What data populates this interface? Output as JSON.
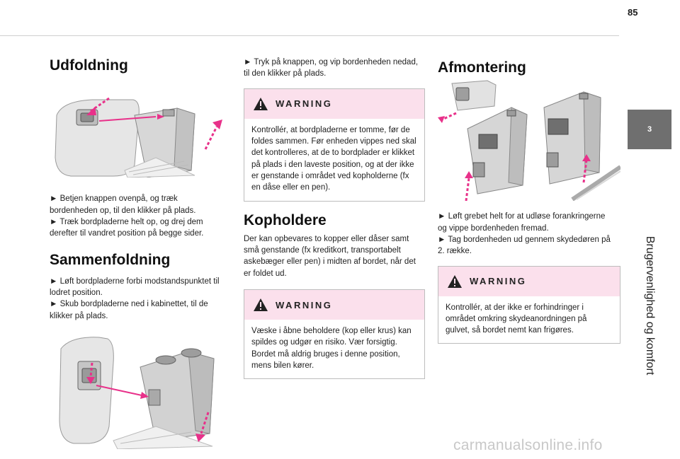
{
  "page": {
    "number": "85"
  },
  "side_tab": {
    "number": "3",
    "title": "Brugervenlighed og komfort"
  },
  "col1": {
    "heading1": "Udfoldning",
    "para1_lines": [
      "► Betjen knappen ovenpå, og træk",
      "bordenheden op, til den klikker på plads.",
      "► Træk bordpladerne helt op, og drej dem",
      "derefter til vandret position på begge sider."
    ],
    "heading2": "Sammenfoldning",
    "para2_lines": [
      "► Løft bordpladerne forbi modstandspunktet til",
      "lodret position.",
      "► Skub bordpladerne ned i kabinettet, til de",
      "klikker på plads."
    ]
  },
  "col2": {
    "intro_lines": [
      "► Tryk på knappen, og vip bordenheden nedad,",
      "til den klikker på plads."
    ],
    "warning1": {
      "title": "WARNING",
      "lines": [
        "Kontrollér, at bordpladerne er tomme, før de",
        "foldes sammen. Før enheden vippes ned skal",
        "det kontrolleres, at de to bordplader er klikket",
        "på plads i den laveste position, og at der ikke",
        "er genstande i området ved kopholderne (fx",
        "en dåse eller en pen)."
      ]
    },
    "heading": "Kopholdere",
    "para_lines": [
      "Der kan opbevares to kopper eller dåser samt",
      "små genstande (fx kreditkort, transportabelt",
      "askebæger eller pen) i midten af bordet, når det",
      "er foldet ud."
    ],
    "warning2": {
      "title": "WARNING",
      "lines": [
        "Væske i åbne beholdere (kop eller krus) kan",
        "spildes og udgør en risiko. Vær forsigtig.",
        "Bordet må aldrig bruges i denne position,",
        "mens bilen kører."
      ]
    }
  },
  "col3": {
    "heading": "Afmontering",
    "para_lines": [
      "► Løft grebet helt for at udløse forankringerne",
      "og vippe bordenheden fremad.",
      "► Tag bordenheden ud gennem skydedøren på",
      "2. række."
    ],
    "warning": {
      "title": "WARNING",
      "lines": [
        "Kontrollér, at der ikke er forhindringer i",
        "området omkring skydeanordningen på",
        "gulvet, så bordet nemt kan frigøres."
      ]
    }
  },
  "watermark": "carmanualsonline.info",
  "colors": {
    "accent": "#e8318a",
    "warning_bg": "#fbe0ec",
    "tab_bg": "#6f6f6f"
  }
}
